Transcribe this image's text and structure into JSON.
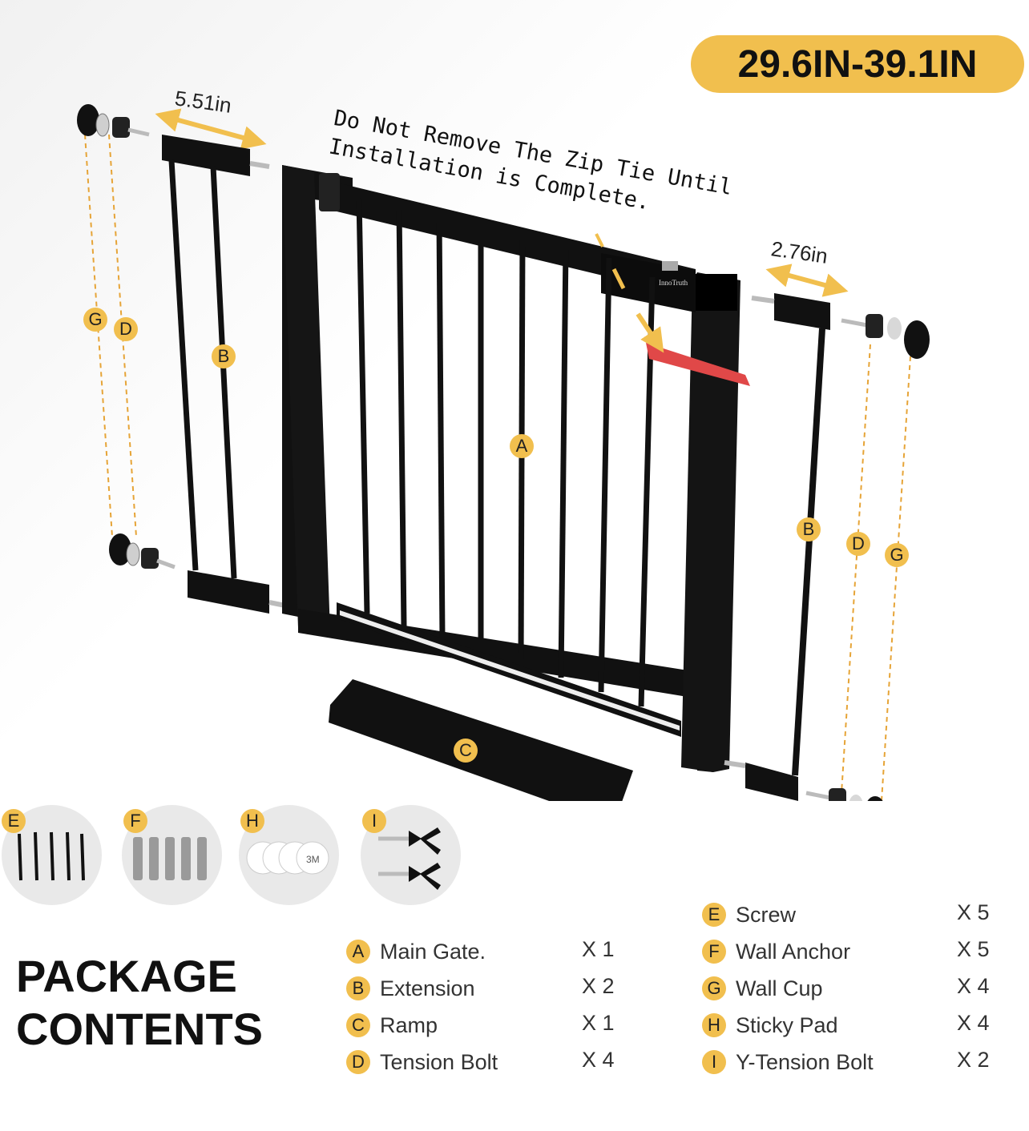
{
  "badge": {
    "size_range": "29.6IN-39.1IN"
  },
  "dimensions": {
    "left_extension": "5.51in",
    "right_extension": "2.76in"
  },
  "note": {
    "line1": "Do Not Remove The Zip Tie Until",
    "line2": "Installation is Complete."
  },
  "brand": "InnoTruth",
  "diagram_labels": {
    "main_gate": "A",
    "extension_left": "B",
    "extension_right": "B",
    "ramp": "C",
    "bolt_left": "D",
    "bolt_right": "D",
    "cup_left": "G",
    "cup_right": "G"
  },
  "accessories": [
    {
      "letter": "E"
    },
    {
      "letter": "F"
    },
    {
      "letter": "H"
    },
    {
      "letter": "I"
    }
  ],
  "sticky_pad_text": "3M",
  "package": {
    "title_line1": "PACKAGE",
    "title_line2": "CONTENTS",
    "left_items": [
      {
        "letter": "A",
        "name": "Main Gate.",
        "qty": "X 1"
      },
      {
        "letter": "B",
        "name": "Extension",
        "qty": "X 2"
      },
      {
        "letter": "C",
        "name": "Ramp",
        "qty": "X 1"
      },
      {
        "letter": "D",
        "name": "Tension Bolt",
        "qty": "X 4"
      }
    ],
    "right_items": [
      {
        "letter": "E",
        "name": "Screw",
        "qty": "X 5"
      },
      {
        "letter": "F",
        "name": "Wall Anchor",
        "qty": "X 5"
      },
      {
        "letter": "G",
        "name": "Wall Cup",
        "qty": "X 4"
      },
      {
        "letter": "H",
        "name": "Sticky Pad",
        "qty": "X 4"
      },
      {
        "letter": "I",
        "name": "Y-Tension Bolt",
        "qty": "X 2"
      }
    ]
  },
  "colors": {
    "accent": "#f1bf4e",
    "gate": "#111111",
    "zip_tie": "#e04848",
    "dashed_line": "#e6a437"
  }
}
